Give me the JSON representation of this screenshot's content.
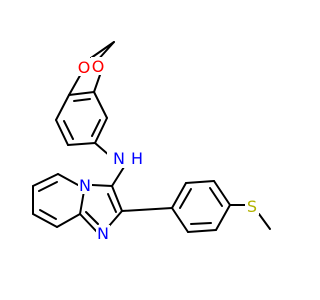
{
  "molecule": {
    "atoms": {
      "o1": "O",
      "o2": "O",
      "n_amine": "N",
      "h_amine": "H",
      "n_bridge": "N",
      "n_ring": "N",
      "s": "S"
    }
  },
  "colors": {
    "bond": "#000000",
    "oxygen": "#ff0000",
    "nitrogen": "#0000ff",
    "sulfur": "#b2b200",
    "background": "#ffffff"
  }
}
